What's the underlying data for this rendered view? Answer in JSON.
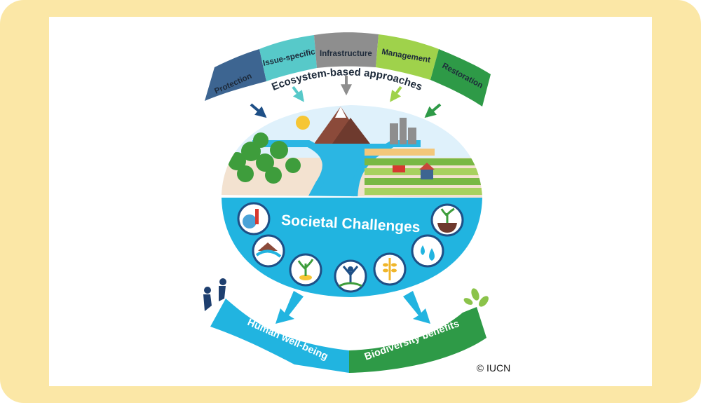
{
  "approaches": {
    "title": "Ecosystem-based approaches",
    "segments": [
      {
        "label": "Protection",
        "color": "#3d6591"
      },
      {
        "label": "Issue-specific",
        "color": "#57c9c9"
      },
      {
        "label": "Infrastructure",
        "color": "#8e8e8e"
      },
      {
        "label": "Management",
        "color": "#9fd24b"
      },
      {
        "label": "Restoration",
        "color": "#2e9a47"
      }
    ]
  },
  "center": {
    "title": "Societal Challenges",
    "color": "#21b4e0",
    "icons": [
      "climate-thermometer-icon",
      "flood-disaster-icon",
      "plant-coin-icon",
      "person-health-icon",
      "wheat-food-icon",
      "water-drops-icon",
      "soil-seedling-icon"
    ]
  },
  "outcomes": {
    "left": {
      "label": "Human well-being",
      "color": "#21b4e0"
    },
    "right": {
      "label": "Biodiversity benefits",
      "color": "#2e9a47"
    }
  },
  "copyright": "© IUCN"
}
